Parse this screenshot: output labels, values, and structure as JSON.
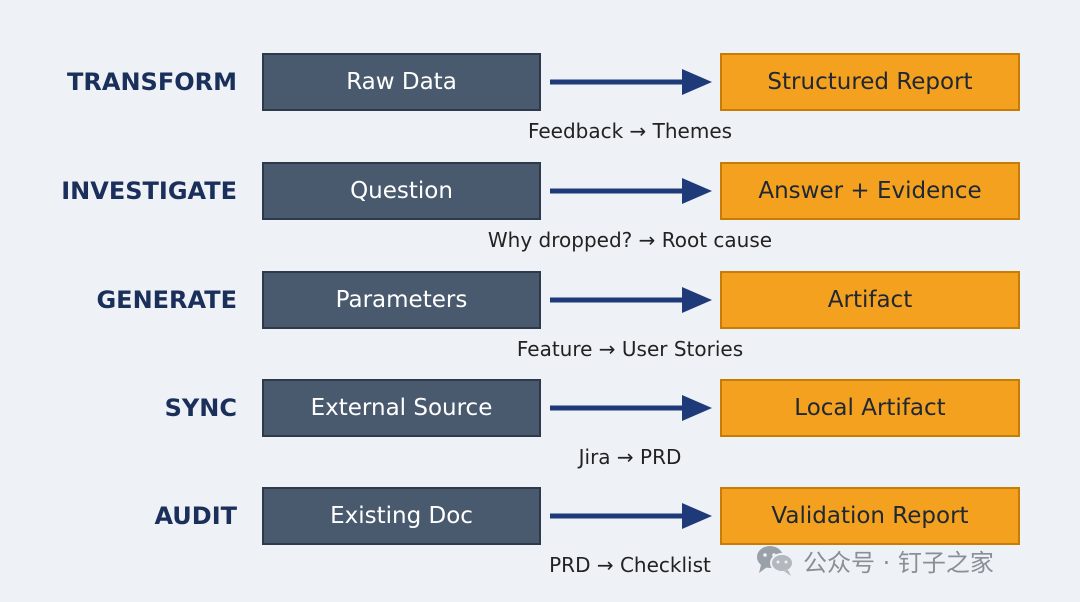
{
  "rows": [
    {
      "label": "TRANSFORM",
      "input": "Raw Data",
      "output": "Structured Report",
      "example": "Feedback → Themes"
    },
    {
      "label": "INVESTIGATE",
      "input": "Question",
      "output": "Answer + Evidence",
      "example": "Why dropped? → Root cause"
    },
    {
      "label": "GENERATE",
      "input": "Parameters",
      "output": "Artifact",
      "example": "Feature → User Stories"
    },
    {
      "label": "SYNC",
      "input": "External Source",
      "output": "Local Artifact",
      "example": "Jira → PRD"
    },
    {
      "label": "AUDIT",
      "input": "Existing Doc",
      "output": "Validation Report",
      "example": "PRD → Checklist"
    }
  ],
  "watermark": {
    "text": "公众号 · 钉子之家",
    "icon": "wechat-icon"
  },
  "colors": {
    "label_text": "#1b2f5b",
    "input_box": "#4a5a6e",
    "output_box": "#f4a11f",
    "arrow": "#1f3a78",
    "background": "#eef1f5"
  }
}
